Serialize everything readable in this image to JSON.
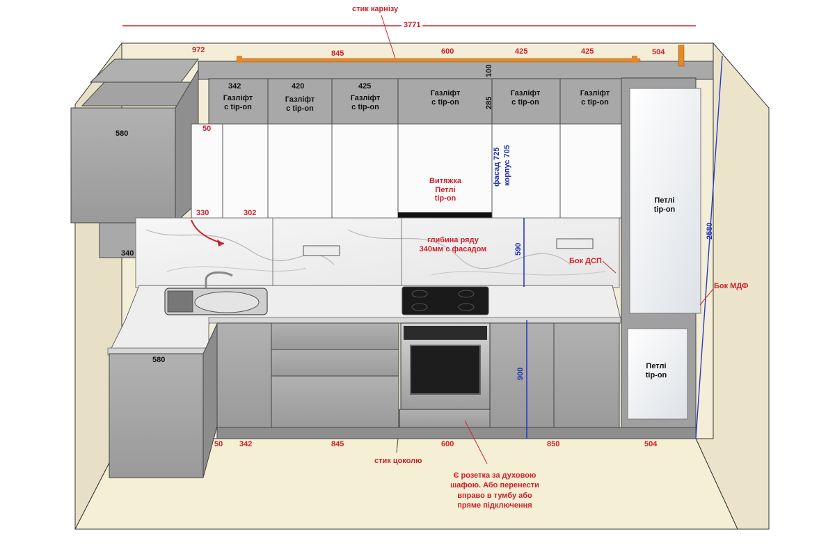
{
  "colors": {
    "dimension_red": "#d0202a",
    "dimension_blue": "#1f2fb0",
    "cabinet_grey": "#a2a2a2",
    "wall_beige": "#f2ecd6",
    "floor_beige": "#f4edd2",
    "marble_white": "#f2f2f2",
    "cornice_orange": "#e28a2a"
  },
  "top": {
    "joint_label": "стик карнізу",
    "total_width": "3771",
    "segments": [
      "972",
      "845",
      "600",
      "425",
      "425",
      "504"
    ]
  },
  "upper_cabinets": [
    {
      "width": "342",
      "text": "Газліфт\nс tip-on"
    },
    {
      "width": "420",
      "text": "Газліфт\nс tip-on"
    },
    {
      "width": "425",
      "text": "Газліфт\nс tip-on"
    },
    {
      "width": "",
      "text": "Газліфт\nс tip-on"
    },
    {
      "width": "",
      "text": "Газліфт\nс tip-on"
    },
    {
      "width": "",
      "text": "Газліфт\nс tip-on"
    }
  ],
  "upper_dims": {
    "height_100": "100",
    "height_285": "285",
    "facade_725": "фасад 725",
    "body_705": "корпус 705",
    "left_580": "580",
    "gap_50": "50",
    "w_330": "330",
    "w_302": "302",
    "w_340": "340"
  },
  "hood": "Витяжка\nПетлі\ntip-on",
  "depth_note": "глибина ряду\n340мм с фасадом",
  "backsplash_590": "590",
  "side_chipboard": "Бок ДСП",
  "side_mdf": "Бок МДФ",
  "column": {
    "height": "2580",
    "upper_text": "Петлі\ntip-on",
    "lower_text": "Петлі\ntip-on"
  },
  "lower_dims": {
    "left_580": "580",
    "height_900": "900",
    "bottom": [
      "50",
      "342",
      "845",
      "600",
      "850",
      "504"
    ]
  },
  "plinth_joint": "стик цоколю",
  "socket_note": "Є розетка за духовою\nшафою. Або перенести\nвправо в тумбу або\nпряме підключення"
}
